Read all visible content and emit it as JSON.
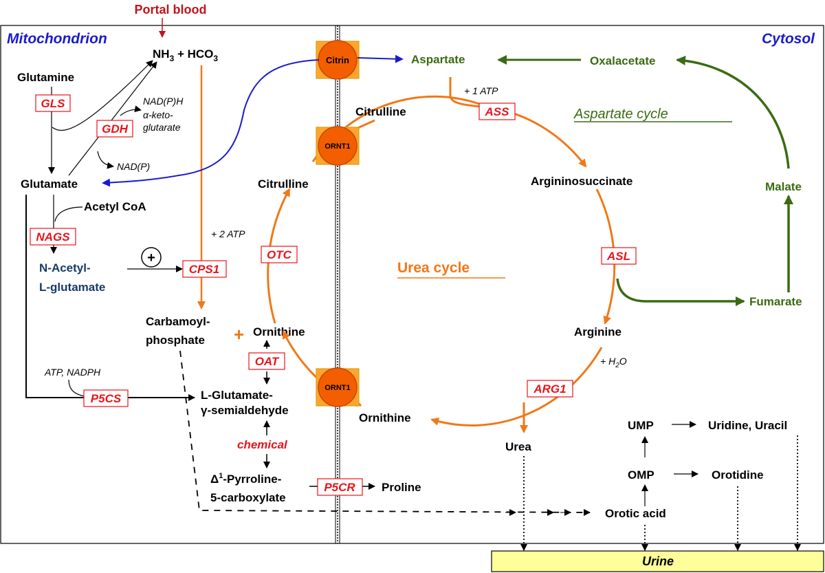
{
  "compartments": {
    "mitochondrion": "Mitochondrion",
    "cytosol": "Cytosol"
  },
  "input": {
    "portal_blood": "Portal blood"
  },
  "transporters": {
    "citrin": "Citrin",
    "ornt1_top": "ORNT1",
    "ornt1_bottom": "ORNT1"
  },
  "metabolites": {
    "nh3": "NH",
    "nh3_sub": "3",
    "plus_hco3": " + HCO",
    "hco3_sub": "3",
    "glutamine": "Glutamine",
    "glutamate": "Glutamate",
    "acetyl_coa": "Acetyl CoA",
    "nag_line1": "N-Acetyl-",
    "nag_line2": "L-glutamate",
    "carbamoyl_line1": "Carbamoyl-",
    "carbamoyl_line2": "phosphate",
    "ornithine_mito": "Ornithine",
    "citrulline_mito": "Citrulline",
    "citrulline_cyto": "Citrulline",
    "ornithine_cyto": "Ornithine",
    "argininosuccinate": "Argininosuccinate",
    "arginine": "Arginine",
    "urea": "Urea",
    "aspartate": "Aspartate",
    "oxalacetate": "Oxalacetate",
    "malate": "Malate",
    "fumarate": "Fumarate",
    "glu_semi_line1": "L-Glutamate-",
    "glu_semi_line2": "γ-semialdehyde",
    "p5c_delta": "Δ",
    "p5c_sup": "1",
    "p5c_line1_rest": "-Pyrroline-",
    "p5c_line2": "5-carboxylate",
    "proline": "Proline",
    "ump": "UMP",
    "omp": "OMP",
    "uridine": "Uridine, Uracil",
    "orotidine": "Orotidine",
    "orotic_acid": "Orotic acid"
  },
  "enzymes": {
    "gls": "GLS",
    "gdh": "GDH",
    "nags": "NAGS",
    "cps1": "CPS1",
    "p5cs": "P5CS",
    "oat": "OAT",
    "otc": "OTC",
    "ass": "ASS",
    "asl": "ASL",
    "arg1": "ARG1",
    "p5cr": "P5CR"
  },
  "cofactors": {
    "nadph": "NAD(P)H",
    "akg_line1": "α-keto-",
    "akg_line2": "glutarate",
    "nadp": "NAD(P)",
    "atp2": "+ 2 ATP",
    "atp1": "+ 1 ATP",
    "atp_nadph": "ATP, NADPH",
    "h2o_plus": "+ H",
    "h2o_sub": "2",
    "h2o_o": "O",
    "chemical": "chemical",
    "plus_sign": "+",
    "activator": "+"
  },
  "labels": {
    "urea_cycle": "Urea cycle",
    "aspartate_cycle": "Aspartate cycle",
    "urine": "Urine"
  },
  "colors": {
    "urea_cycle": "#f07818",
    "aspartate_cycle": "#3a6b12",
    "citrin_shuttle": "#1a1ad0",
    "enzyme": "#e8141b",
    "urine_box": "#ffff99",
    "portal": "#c0141b"
  }
}
